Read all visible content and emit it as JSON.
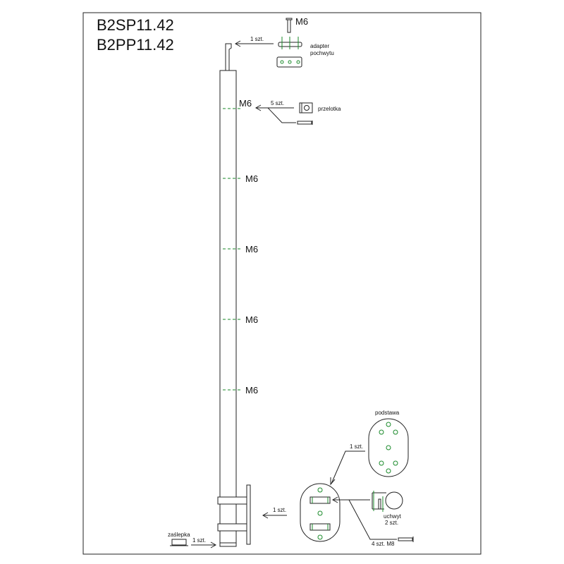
{
  "title": {
    "line1": "B2SP11.42",
    "line2": "B2PP11.42"
  },
  "top_adapter": {
    "screw_label": "M6",
    "qty": "1 szt.",
    "label_line1": "adapter",
    "label_line2": "pochwytu"
  },
  "przelotka": {
    "label": "przelotka",
    "qty": "5 szt.",
    "hole_label": "M6"
  },
  "hole_labels": [
    "M6",
    "M6",
    "M6",
    "M6"
  ],
  "podstawa": {
    "label": "podstawa",
    "qty": "1 szt."
  },
  "base_plate": {
    "qty": "1 szt."
  },
  "uchwyt": {
    "label": "uchwyt",
    "qty": "2 szt."
  },
  "screws_bottom": {
    "label": "4 szt. M8"
  },
  "zaslepka": {
    "label": "zaślepka",
    "qty": "1 szt."
  },
  "colors": {
    "line": "#222222",
    "hole": "#1a8a2a"
  }
}
